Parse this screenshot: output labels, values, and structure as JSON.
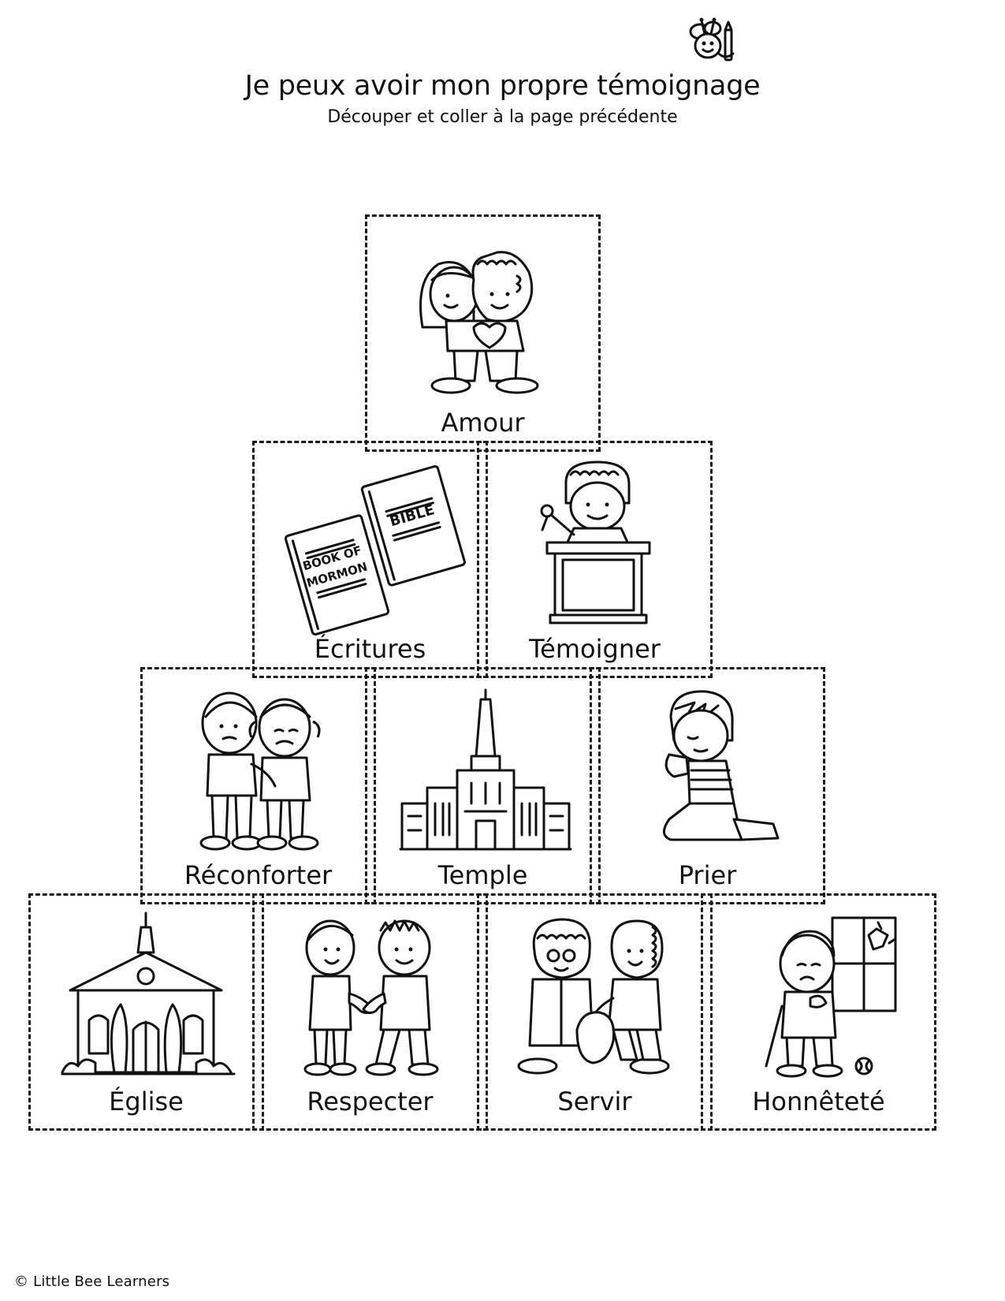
{
  "header": {
    "title": "Je peux avoir mon propre témoignage",
    "subtitle": "Découper et coller à la page précédente"
  },
  "cards": [
    {
      "label": "Amour",
      "icon": "hugging-kids-icon"
    },
    {
      "label": "Écritures",
      "icon": "scripture-books-icon",
      "book_left_text": "BOOK OF MORMON",
      "book_right_text": "BIBLE"
    },
    {
      "label": "Témoigner",
      "icon": "child-at-podium-icon"
    },
    {
      "label": "Réconforter",
      "icon": "comforting-kids-icon"
    },
    {
      "label": "Temple",
      "icon": "temple-icon"
    },
    {
      "label": "Prier",
      "icon": "praying-child-icon"
    },
    {
      "label": "Église",
      "icon": "church-building-icon"
    },
    {
      "label": "Respecter",
      "icon": "handshake-kids-icon"
    },
    {
      "label": "Servir",
      "icon": "helping-elder-icon"
    },
    {
      "label": "Honnêteté",
      "icon": "broken-window-child-icon"
    }
  ],
  "footer": {
    "copyright": "© Little Bee Learners"
  }
}
